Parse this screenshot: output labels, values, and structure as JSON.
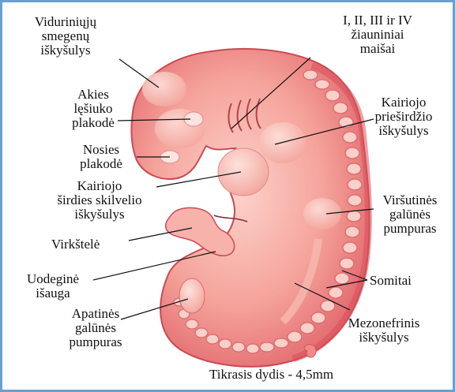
{
  "labels": {
    "midbrain": "Viduriniųjų\nsmegenų\niškyšulys",
    "arches": "I, II, III ir IV\nžiauniniai\nmaišai",
    "lens": "Akies\nlęšiuko\nplakodė",
    "atrium": "Kairiojo\nprieširdžio\niškyšulys",
    "nasal": "Nosies\nplakodė",
    "ventricle": "Kairiojo\nširdies skilvelio\niškyšulys",
    "upper_limb": "Viršutinės\ngalūnės\npumpuras",
    "cord": "Virkštelė",
    "tail": "Uodeginė\nišauga",
    "somites": "Somitai",
    "lower_limb": "Apatinės\ngalūnės\npumpuras",
    "mesonephric": "Mezonefrinis\niškyšulys",
    "actual_size": "Tikrasis dydis - 4,5mm"
  },
  "colors": {
    "border": "#6a9fd0",
    "embryo_main": "#f08a86",
    "embryo_light": "#fbc9c2",
    "embryo_dark": "#d8505a",
    "leader_line": "#111111"
  }
}
